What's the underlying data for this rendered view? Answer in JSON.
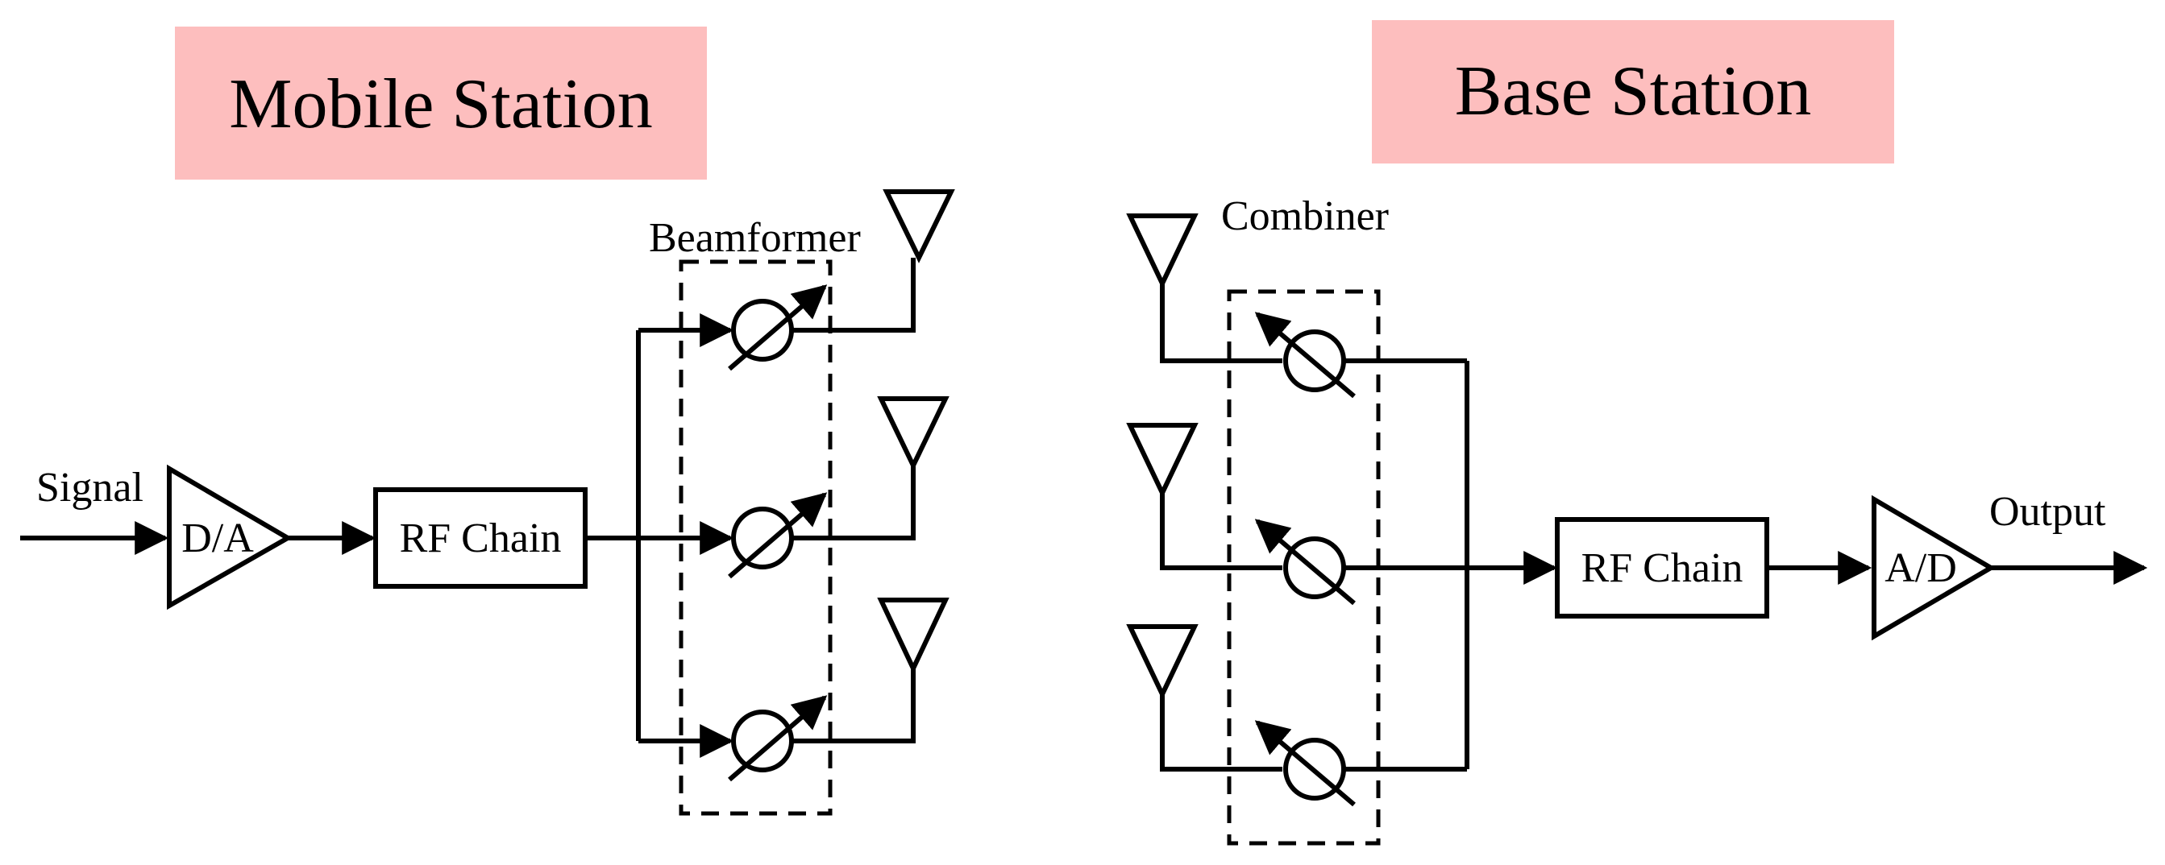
{
  "colors": {
    "header_fill": "#fdbebe",
    "stroke": "#000000",
    "background": "#ffffff"
  },
  "mobile_station": {
    "title": "Mobile Station",
    "input_label": "Signal",
    "dac_label": "D/A",
    "rf_chain_label": "RF Chain",
    "beamformer_label": "Beamformer"
  },
  "base_station": {
    "title": "Base Station",
    "combiner_label": "Combiner",
    "rf_chain_label": "RF Chain",
    "adc_label": "A/D",
    "output_label": "Output"
  }
}
